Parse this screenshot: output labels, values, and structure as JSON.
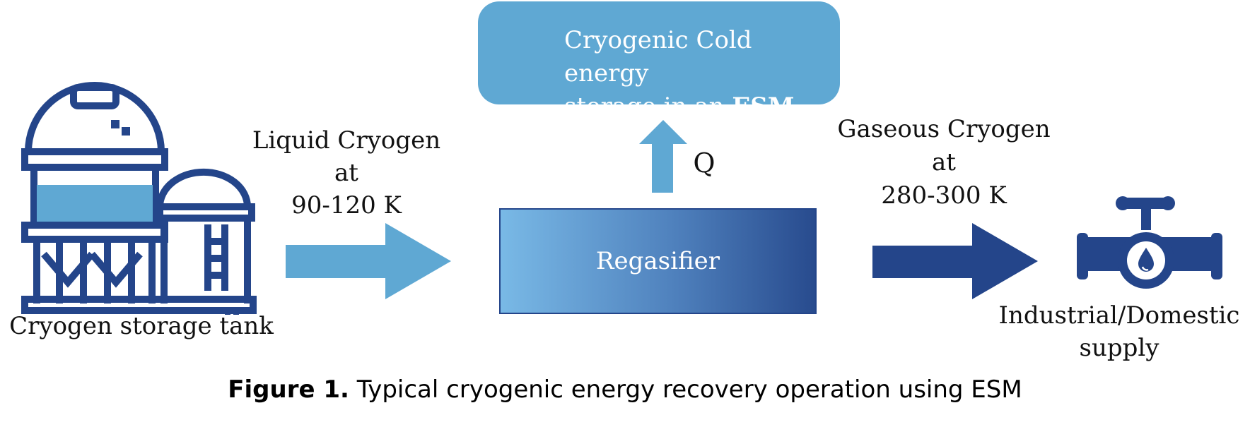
{
  "storage": {
    "line1": "Cryogenic Cold energy",
    "line2_prefix": "storage in an ",
    "line2_emph": "ESM"
  },
  "liquid": {
    "line1": "Liquid Cryogen",
    "line2": "at",
    "line3": "90-120 K"
  },
  "gaseous": {
    "line1": "Gaseous Cryogen",
    "line2": "at",
    "line3": "280-300 K"
  },
  "heat_label": "Q",
  "regasifier_label": "Regasifier",
  "tank_label": "Cryogen storage tank",
  "supply": {
    "line1": "Industrial/Domestic",
    "line2": "supply"
  },
  "caption": {
    "prefix": "Figure 1.",
    "text": " Typical cryogenic energy recovery operation using ESM"
  },
  "colors": {
    "light_blue": "#5fa8d3",
    "dark_blue": "#24458a",
    "regas_start": "#79b9e6",
    "regas_end": "#284b8e"
  },
  "icons": [
    "snowflake-icon",
    "storage-tank-icon",
    "pipe-valve-icon"
  ]
}
